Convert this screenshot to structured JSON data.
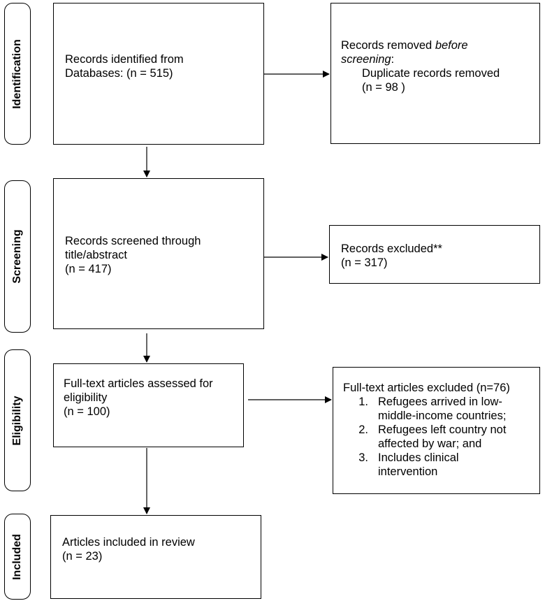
{
  "phases": {
    "identification": "Identification",
    "screening": "Screening",
    "eligibility": "Eligibility",
    "included": "Included"
  },
  "identified": {
    "line1": "Records identified from",
    "line2": "Databases: (n = 515)"
  },
  "removed": {
    "line1_prefix": "Records removed ",
    "line1_italic": "before",
    "line2_italic": "screening",
    "line2_suffix": ":",
    "line3": "Duplicate records removed",
    "line4": "(n = 98 )"
  },
  "screened": {
    "line1": "Records screened through",
    "line2": "title/abstract",
    "line3": "(n = 417)"
  },
  "excluded": {
    "line1": "Records excluded**",
    "line2": "(n = 317)"
  },
  "fulltext": {
    "line1": "Full-text articles assessed for",
    "line2": "eligibility",
    "line3": "(n = 100)"
  },
  "fulltext_excluded": {
    "title": "Full-text articles excluded (n=76)",
    "items": [
      {
        "num": "1.",
        "line1": "Refugees arrived in low-",
        "line2": "middle-income countries;"
      },
      {
        "num": "2.",
        "line1": "Refugees left country not",
        "line2": "affected by war; and"
      },
      {
        "num": "3.",
        "line1": "Includes clinical",
        "line2": "intervention"
      }
    ]
  },
  "included_box": {
    "line1": "Articles included in review",
    "line2": "(n = 23)"
  }
}
